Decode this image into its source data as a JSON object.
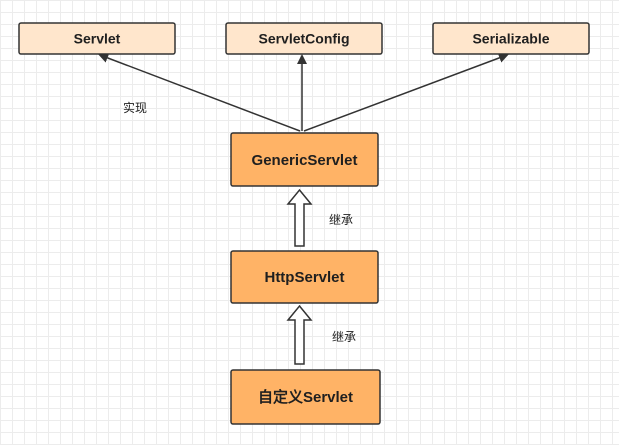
{
  "interfaces": {
    "servlet": "Servlet",
    "servlet_config": "ServletConfig",
    "serializable": "Serializable"
  },
  "classes": {
    "generic_servlet": "GenericServlet",
    "http_servlet": "HttpServlet",
    "custom_servlet": "自定义Servlet"
  },
  "labels": {
    "implements": "实现",
    "extends_1": "继承",
    "extends_2": "继承"
  },
  "colors": {
    "interface_fill": "#FFE6CC",
    "class_fill": "#FFB366",
    "stroke": "#333333"
  }
}
